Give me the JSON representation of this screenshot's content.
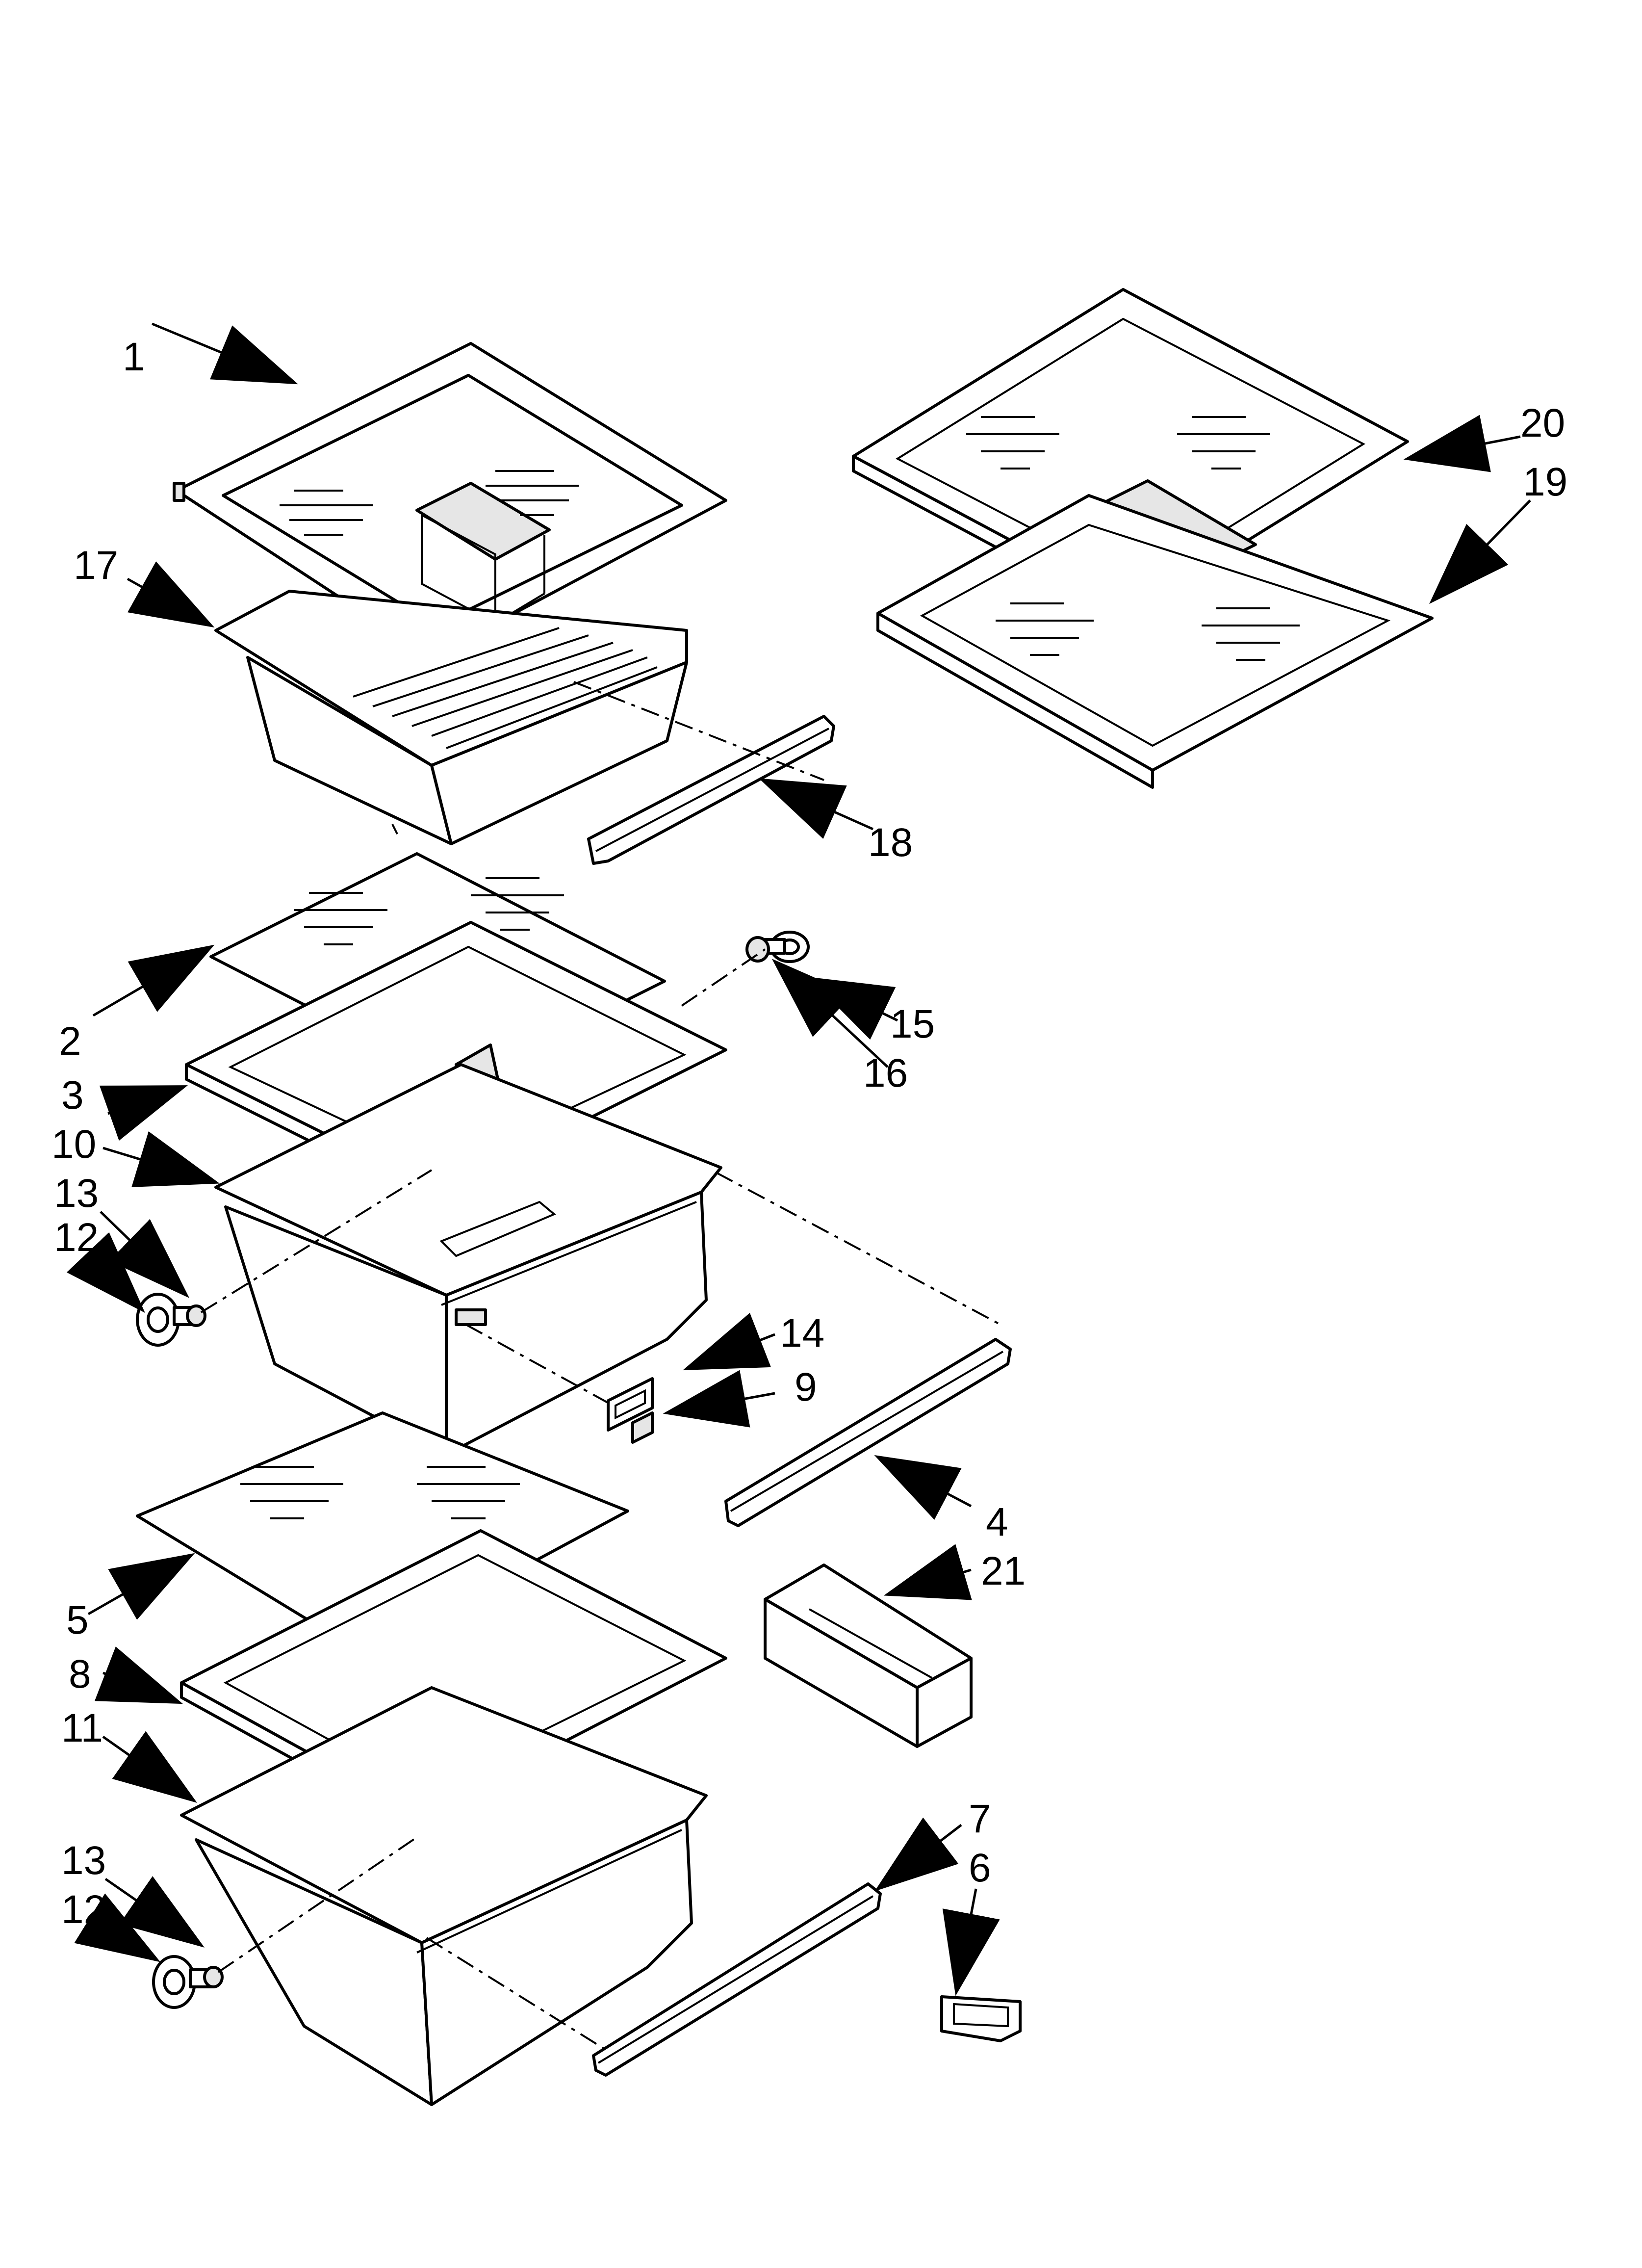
{
  "colors": {
    "ink": "#000000",
    "paper": "#ffffff",
    "shade": "#e6e6e6"
  },
  "labels": [
    {
      "id": "1",
      "text": "1"
    },
    {
      "id": "17",
      "text": "17"
    },
    {
      "id": "18",
      "text": "18"
    },
    {
      "id": "2",
      "text": "2"
    },
    {
      "id": "3",
      "text": "3"
    },
    {
      "id": "10",
      "text": "10"
    },
    {
      "id": "13a",
      "text": "13"
    },
    {
      "id": "12a",
      "text": "12"
    },
    {
      "id": "15",
      "text": "15"
    },
    {
      "id": "16",
      "text": "16"
    },
    {
      "id": "14",
      "text": "14"
    },
    {
      "id": "9",
      "text": "9"
    },
    {
      "id": "4",
      "text": "4"
    },
    {
      "id": "21",
      "text": "21"
    },
    {
      "id": "5",
      "text": "5"
    },
    {
      "id": "8",
      "text": "8"
    },
    {
      "id": "11",
      "text": "11"
    },
    {
      "id": "13b",
      "text": "13"
    },
    {
      "id": "12b",
      "text": "12"
    },
    {
      "id": "7",
      "text": "7"
    },
    {
      "id": "6",
      "text": "6"
    },
    {
      "id": "20",
      "text": "20"
    },
    {
      "id": "19",
      "text": "19"
    }
  ]
}
